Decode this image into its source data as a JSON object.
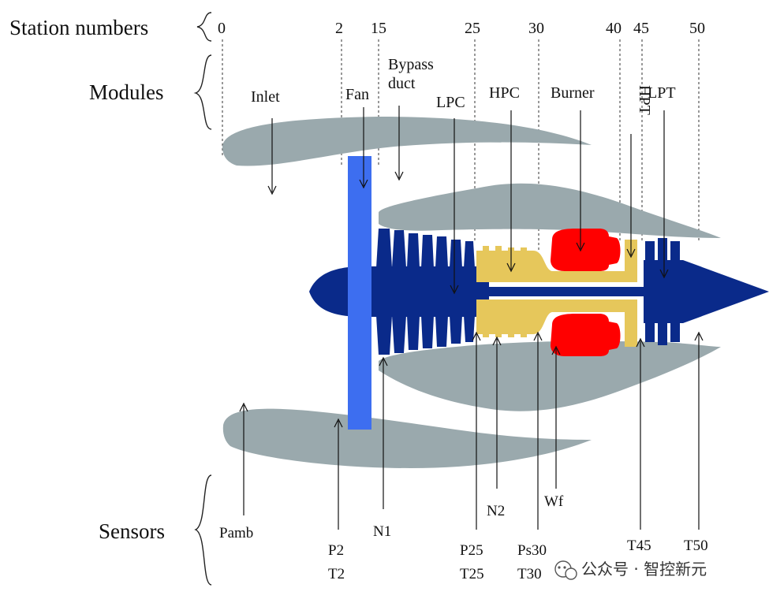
{
  "rows": {
    "station_title": "Station numbers",
    "modules_title": "Modules",
    "sensors_title": "Sensors"
  },
  "stations": [
    "0",
    "2",
    "15",
    "25",
    "30",
    "40",
    "45",
    "50"
  ],
  "modules": {
    "inlet": "Inlet",
    "fan": "Fan",
    "bypass_line1": "Bypass",
    "bypass_line2": "duct",
    "lpc": "LPC",
    "hpc": "HPC",
    "burner": "Burner",
    "hpt": "HPT",
    "lpt": "LPT"
  },
  "sensors": {
    "pamb": "Pamb",
    "p2": "P2",
    "t2": "T2",
    "n1": "N1",
    "p25": "P25",
    "t25": "T25",
    "n2": "N2",
    "ps30": "Ps30",
    "t30": "T30",
    "wf": "Wf",
    "t45": "T45",
    "t50": "T50"
  },
  "watermark": {
    "icon": "wechat-icon",
    "text": "公众号 · 智控新元"
  },
  "colors": {
    "nacelle": "#9aa9ad",
    "fan": "#3d6ef0",
    "spool": "#0a2a8a",
    "core": "#e6c75b",
    "burner": "#ff0000",
    "background": "#ffffff"
  }
}
